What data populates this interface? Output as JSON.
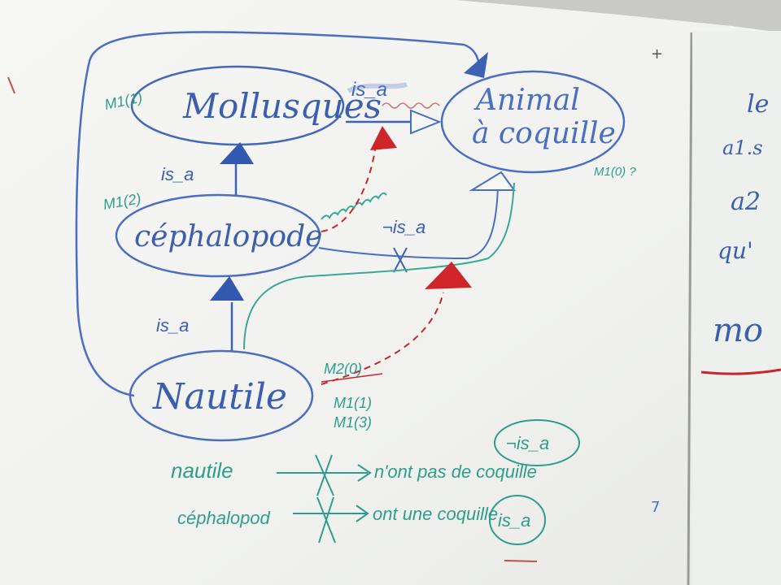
{
  "nodes": {
    "mollusques": "Mollusques",
    "animal_line1": "Animal",
    "animal_line2": "à coquille",
    "cephalopode": "céphalopode",
    "nautile": "Nautile"
  },
  "relations": {
    "isa_moll_animal": "is_a",
    "isa_ceph_moll": "is_a",
    "isa_naut_ceph": "is_a",
    "not_isa_mid": "¬is_a"
  },
  "marks": {
    "mollusques_m": "M1(1)",
    "cephalopode_m": "M1(2)",
    "animal_m": "M1(0) ?",
    "nautile_m2": "M2(0)",
    "nautile_m1a": "M1(1)",
    "nautile_m1b": "M1(3)"
  },
  "notes": {
    "row1_subject": "nautile",
    "row1_text": "n'ont pas de coquille",
    "row1_badge": "¬is_a",
    "row2_subject": "céphalopod",
    "row2_text": "ont une coquille",
    "row2_badge": "is_a"
  },
  "right_board": {
    "l1": "le",
    "l2": "a1.s",
    "l3": "a2",
    "l4": "qu'",
    "l5": "mo"
  },
  "colors": {
    "board": "#f3f4f2",
    "marker_blue": "#3d62b3",
    "marker_green": "#2e9e8a",
    "marker_red": "#c8262a",
    "frame": "#8f8f8f"
  }
}
